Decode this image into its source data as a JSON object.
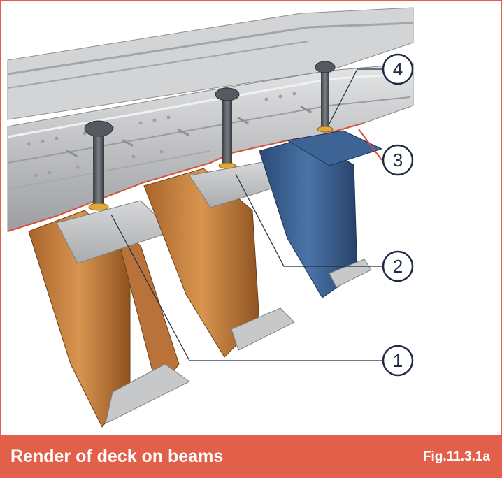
{
  "caption": {
    "title": "Render of deck on beams",
    "figure_number": "Fig.11.3.1a"
  },
  "callouts": [
    {
      "number": "1"
    },
    {
      "number": "2"
    },
    {
      "number": "3"
    },
    {
      "number": "4"
    }
  ],
  "colors": {
    "caption_bar": "#e2604a",
    "callout_ring": "#1f2a44",
    "steel_beam": "#c67a36",
    "fire_beam": "#3b5f8f",
    "deck": "#c9cacb"
  }
}
